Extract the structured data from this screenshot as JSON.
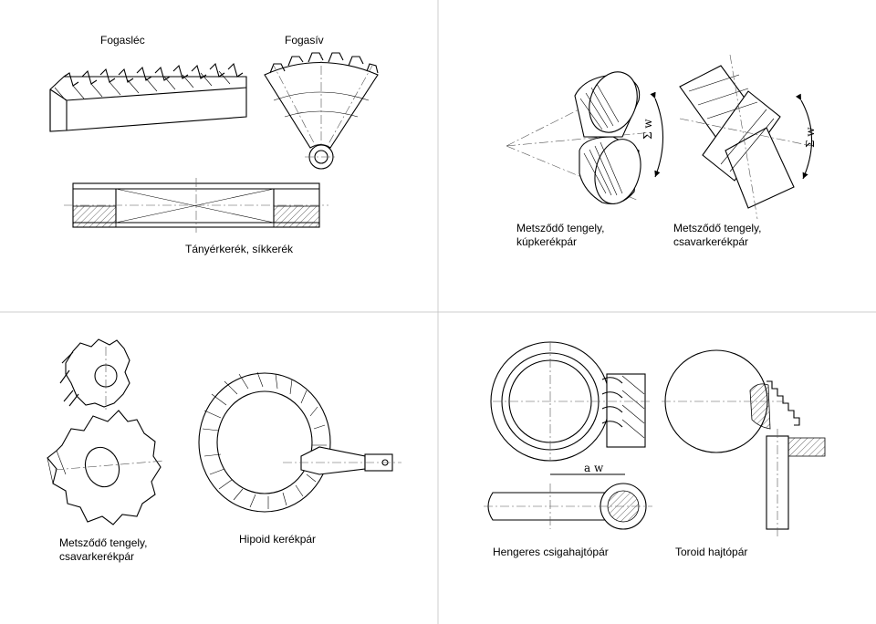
{
  "labels": {
    "rack": "Fogasléc",
    "sector": "Fogasív",
    "crown": "Tányérkerék, síkkerék",
    "bevel_line1": "Metsződő tengely,",
    "bevel_line2": "kúpkerékpár",
    "crossed_line1": "Metsződő tengely,",
    "crossed_line2": "csavarkerékpár",
    "crossed3d_line1": "Metsződő tengely,",
    "crossed3d_line2": "csavarkerékpár",
    "hypoid": "Hipoid kerékpár",
    "worm": "Hengeres csigahajtópár",
    "toroid": "Toroid hajtópár"
  },
  "symbols": {
    "sigma_w": "Σ w",
    "center_distance": "a w"
  },
  "colors": {
    "line": "#000000",
    "divider": "#cccccc",
    "background": "#ffffff"
  }
}
